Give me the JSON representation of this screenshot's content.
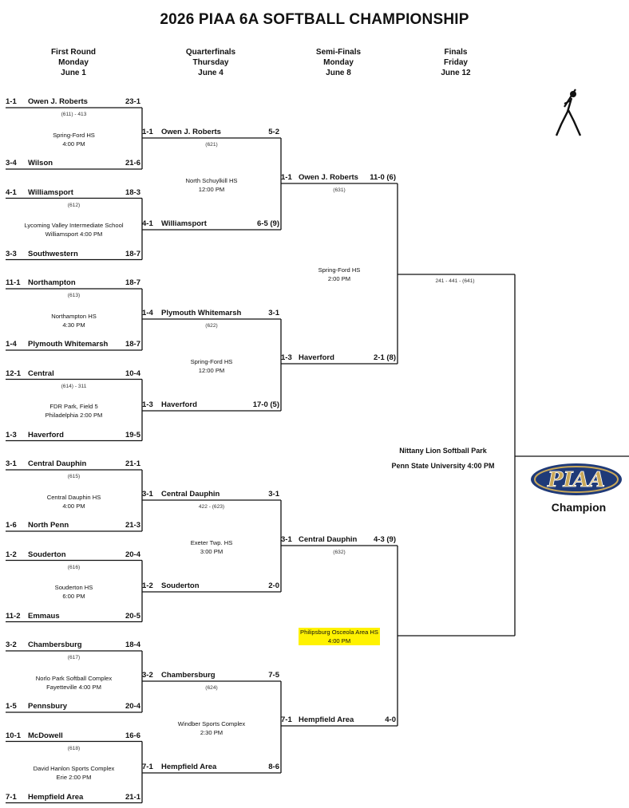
{
  "title": "2026 PIAA 6A SOFTBALL CHAMPIONSHIP",
  "rounds": [
    {
      "name": "First Round",
      "day": "Monday",
      "date": "June 1"
    },
    {
      "name": "Quarterfinals",
      "day": "Thursday",
      "date": "June 4"
    },
    {
      "name": "Semi-Finals",
      "day": "Monday",
      "date": "June 8"
    },
    {
      "name": "Finals",
      "day": "Friday",
      "date": "June 12"
    }
  ],
  "first_round": [
    {
      "top": {
        "seed": "1-1",
        "name": "Owen J. Roberts",
        "score": "23-1"
      },
      "bottom": {
        "seed": "3-4",
        "name": "Wilson",
        "score": "21-6"
      },
      "game": "(611) - 413",
      "site1": "Spring-Ford HS",
      "site2": "4:00 PM"
    },
    {
      "top": {
        "seed": "4-1",
        "name": "Williamsport",
        "score": "18-3"
      },
      "bottom": {
        "seed": "3-3",
        "name": "Southwestern",
        "score": "18-7"
      },
      "game": "(612)",
      "site1": "Lycoming Valley Intermediate School",
      "site2": "Williamsport 4:00 PM"
    },
    {
      "top": {
        "seed": "11-1",
        "name": "Northampton",
        "score": "18-7"
      },
      "bottom": {
        "seed": "1-4",
        "name": "Plymouth Whitemarsh",
        "score": "18-7"
      },
      "game": "(613)",
      "site1": "Northampton HS",
      "site2": "4:30 PM"
    },
    {
      "top": {
        "seed": "12-1",
        "name": "Central",
        "score": "10-4"
      },
      "bottom": {
        "seed": "1-3",
        "name": "Haverford",
        "score": "19-5"
      },
      "game": "(614) - 311",
      "site1": "FDR Park, Field 5",
      "site2": "Philadelphia 2:00 PM"
    },
    {
      "top": {
        "seed": "3-1",
        "name": "Central Dauphin",
        "score": "21-1"
      },
      "bottom": {
        "seed": "1-6",
        "name": "North Penn",
        "score": "21-3"
      },
      "game": "(615)",
      "site1": "Central Dauphin HS",
      "site2": "4:00 PM"
    },
    {
      "top": {
        "seed": "1-2",
        "name": "Souderton",
        "score": "20-4"
      },
      "bottom": {
        "seed": "11-2",
        "name": "Emmaus",
        "score": "20-5"
      },
      "game": "(616)",
      "site1": "Souderton HS",
      "site2": "6:00 PM"
    },
    {
      "top": {
        "seed": "3-2",
        "name": "Chambersburg",
        "score": "18-4"
      },
      "bottom": {
        "seed": "1-5",
        "name": "Pennsbury",
        "score": "20-4"
      },
      "game": "(617)",
      "site1": "Norlo Park Softball Complex",
      "site2": "Fayetteville 4:00 PM"
    },
    {
      "top": {
        "seed": "10-1",
        "name": "McDowell",
        "score": "16-6"
      },
      "bottom": {
        "seed": "7-1",
        "name": "Hempfield Area",
        "score": "21-1"
      },
      "game": "(618)",
      "site1": "David Hanlon Sports Complex",
      "site2": "Erie 2:00 PM"
    }
  ],
  "quarterfinals": [
    {
      "top": {
        "seed": "1-1",
        "name": "Owen J. Roberts",
        "score": "5-2"
      },
      "bottom": {
        "seed": "4-1",
        "name": "Williamsport",
        "score": "6-5 (9)"
      },
      "game": "(621)",
      "site1": "North Schuylkill HS",
      "site2": "12:00 PM"
    },
    {
      "top": {
        "seed": "1-4",
        "name": "Plymouth Whitemarsh",
        "score": "3-1"
      },
      "bottom": {
        "seed": "1-3",
        "name": "Haverford",
        "score": "17-0 (5)"
      },
      "game": "(622)",
      "site1": "Spring-Ford HS",
      "site2": "12:00 PM"
    },
    {
      "top": {
        "seed": "3-1",
        "name": "Central Dauphin",
        "score": "3-1"
      },
      "bottom": {
        "seed": "1-2",
        "name": "Souderton",
        "score": "2-0"
      },
      "game": "422 - (623)",
      "site1": "Exeter Twp. HS",
      "site2": "3:00 PM"
    },
    {
      "top": {
        "seed": "3-2",
        "name": "Chambersburg",
        "score": "7-5"
      },
      "bottom": {
        "seed": "7-1",
        "name": "Hempfield Area",
        "score": "8-6"
      },
      "game": "(624)",
      "site1": "Windber Sports Complex",
      "site2": "2:30 PM"
    }
  ],
  "semifinals": [
    {
      "top": {
        "seed": "1-1",
        "name": "Owen J. Roberts",
        "score": "11-0 (6)"
      },
      "bottom": {
        "seed": "1-3",
        "name": "Haverford",
        "score": "2-1 (8)"
      },
      "game": "(631)",
      "site1": "Spring-Ford HS",
      "site2": "2:00 PM"
    },
    {
      "top": {
        "seed": "3-1",
        "name": "Central Dauphin",
        "score": "4-3 (9)"
      },
      "bottom": {
        "seed": "7-1",
        "name": "Hempfield Area",
        "score": "4-0"
      },
      "game": "(632)",
      "site1": "Philipsburg Osceola Area HS",
      "site2": "4:00 PM"
    }
  ],
  "final": {
    "game": "241 - 441 - (641)",
    "venue1": "Nittany Lion Softball Park",
    "venue2": "Penn State University 4:00 PM",
    "champion_label": "Champion",
    "logo_text": "PIAA"
  },
  "colors": {
    "line": "#111111",
    "highlight": "#fff200",
    "logo_blue": "#1f3a78",
    "logo_gold": "#c9a85a"
  },
  "icons": {
    "logo": "piaa-logo",
    "player": "softball-player-icon"
  }
}
